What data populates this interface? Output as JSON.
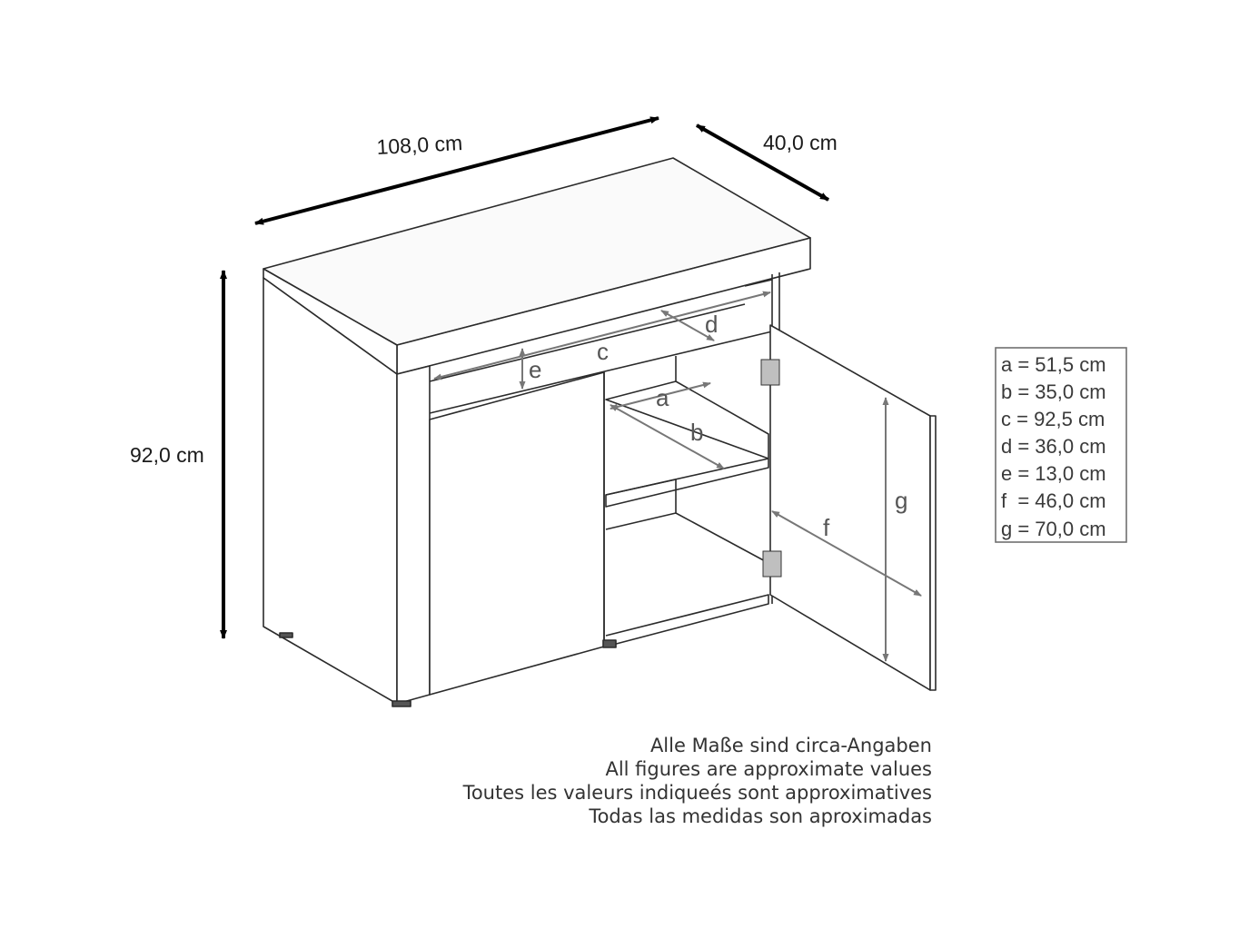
{
  "dimensions": {
    "width": "108,0 cm",
    "depth": "40,0 cm",
    "height": "92,0 cm"
  },
  "inner_letters": {
    "a": "a",
    "b": "b",
    "c": "c",
    "d": "d",
    "e": "e",
    "f": "f",
    "g": "g"
  },
  "legend": [
    "a = 51,5 cm",
    "b = 35,0 cm",
    "c = 92,5 cm",
    "d = 36,0 cm",
    "e = 13,0 cm",
    "f  = 46,0 cm",
    "g = 70,0 cm"
  ],
  "notes": [
    "Alle Maße sind circa-Angaben",
    "All figures are approximate values",
    "Toutes les valeurs indiqueés sont approximatives",
    "Todas las medidas son aproximadas"
  ],
  "colors": {
    "outline": "#2b2b2b",
    "dimension_arrow": "#000000",
    "inner_dimension": "#707070",
    "legend_border": "#707070"
  }
}
